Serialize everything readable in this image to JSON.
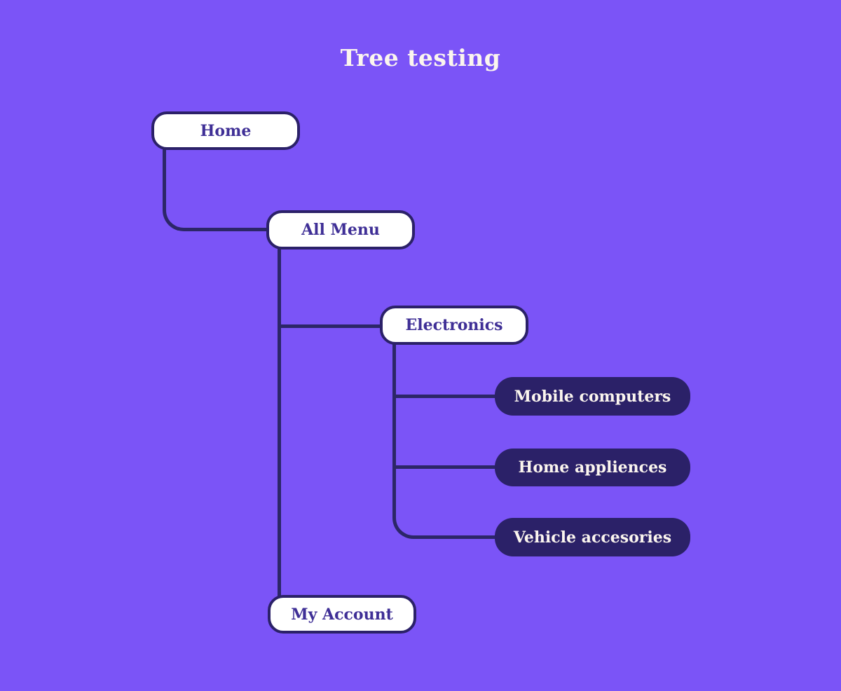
{
  "title": "Tree testing",
  "colors": {
    "background": "#7B54F7",
    "dark_indigo": "#2B2168",
    "connector_line": "#2C2668",
    "light_node_background": "#FFFFFF",
    "light_node_text": "#3F2F96",
    "dark_node_text": "#FBF5EE",
    "title_text": "#FBF5EE"
  },
  "tree": {
    "root": "Home",
    "nodes": {
      "home": {
        "label": "Home",
        "style": "light"
      },
      "all_menu": {
        "label": "All Menu",
        "style": "light"
      },
      "electronics": {
        "label": "Electronics",
        "style": "light"
      },
      "mobile_computers": {
        "label": "Mobile computers",
        "style": "dark"
      },
      "home_appliences": {
        "label": "Home appliences",
        "style": "dark"
      },
      "vehicle_accesories": {
        "label": "Vehicle accesories",
        "style": "dark"
      },
      "my_account": {
        "label": "My Account",
        "style": "light"
      }
    },
    "edges": [
      [
        "home",
        "all_menu"
      ],
      [
        "all_menu",
        "electronics"
      ],
      [
        "all_menu",
        "my_account"
      ],
      [
        "electronics",
        "mobile_computers"
      ],
      [
        "electronics",
        "home_appliences"
      ],
      [
        "electronics",
        "vehicle_accesories"
      ]
    ]
  }
}
